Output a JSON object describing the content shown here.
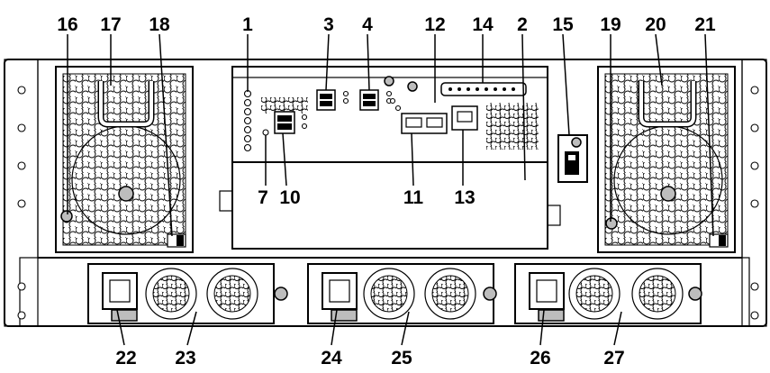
{
  "callouts": {
    "c1": "1",
    "c2": "2",
    "c3": "3",
    "c4": "4",
    "c7": "7",
    "c10": "10",
    "c11": "11",
    "c12": "12",
    "c13": "13",
    "c14": "14",
    "c15": "15",
    "c16": "16",
    "c17": "17",
    "c18": "18",
    "c19": "19",
    "c20": "20",
    "c21": "21",
    "c22": "22",
    "c23": "23",
    "c24": "24",
    "c25": "25",
    "c26": "26",
    "c27": "27"
  }
}
